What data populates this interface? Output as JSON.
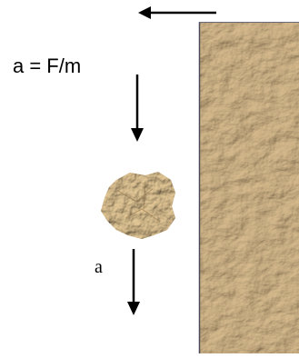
{
  "diagram": {
    "formula_text": "a = F/m",
    "acceleration_label": "a",
    "colors": {
      "ink": "#000000",
      "paper_light": "#d2b587",
      "paper_mid": "#bb9762",
      "paper_dark": "#8a6a40",
      "sheet_border": "#4a4a5a"
    },
    "elements": {
      "sheet": "flat-paper-sheet",
      "ball": "crumpled-paper-ball",
      "arrows": [
        "left-arrow",
        "down-arrow",
        "down-arrow"
      ]
    }
  }
}
